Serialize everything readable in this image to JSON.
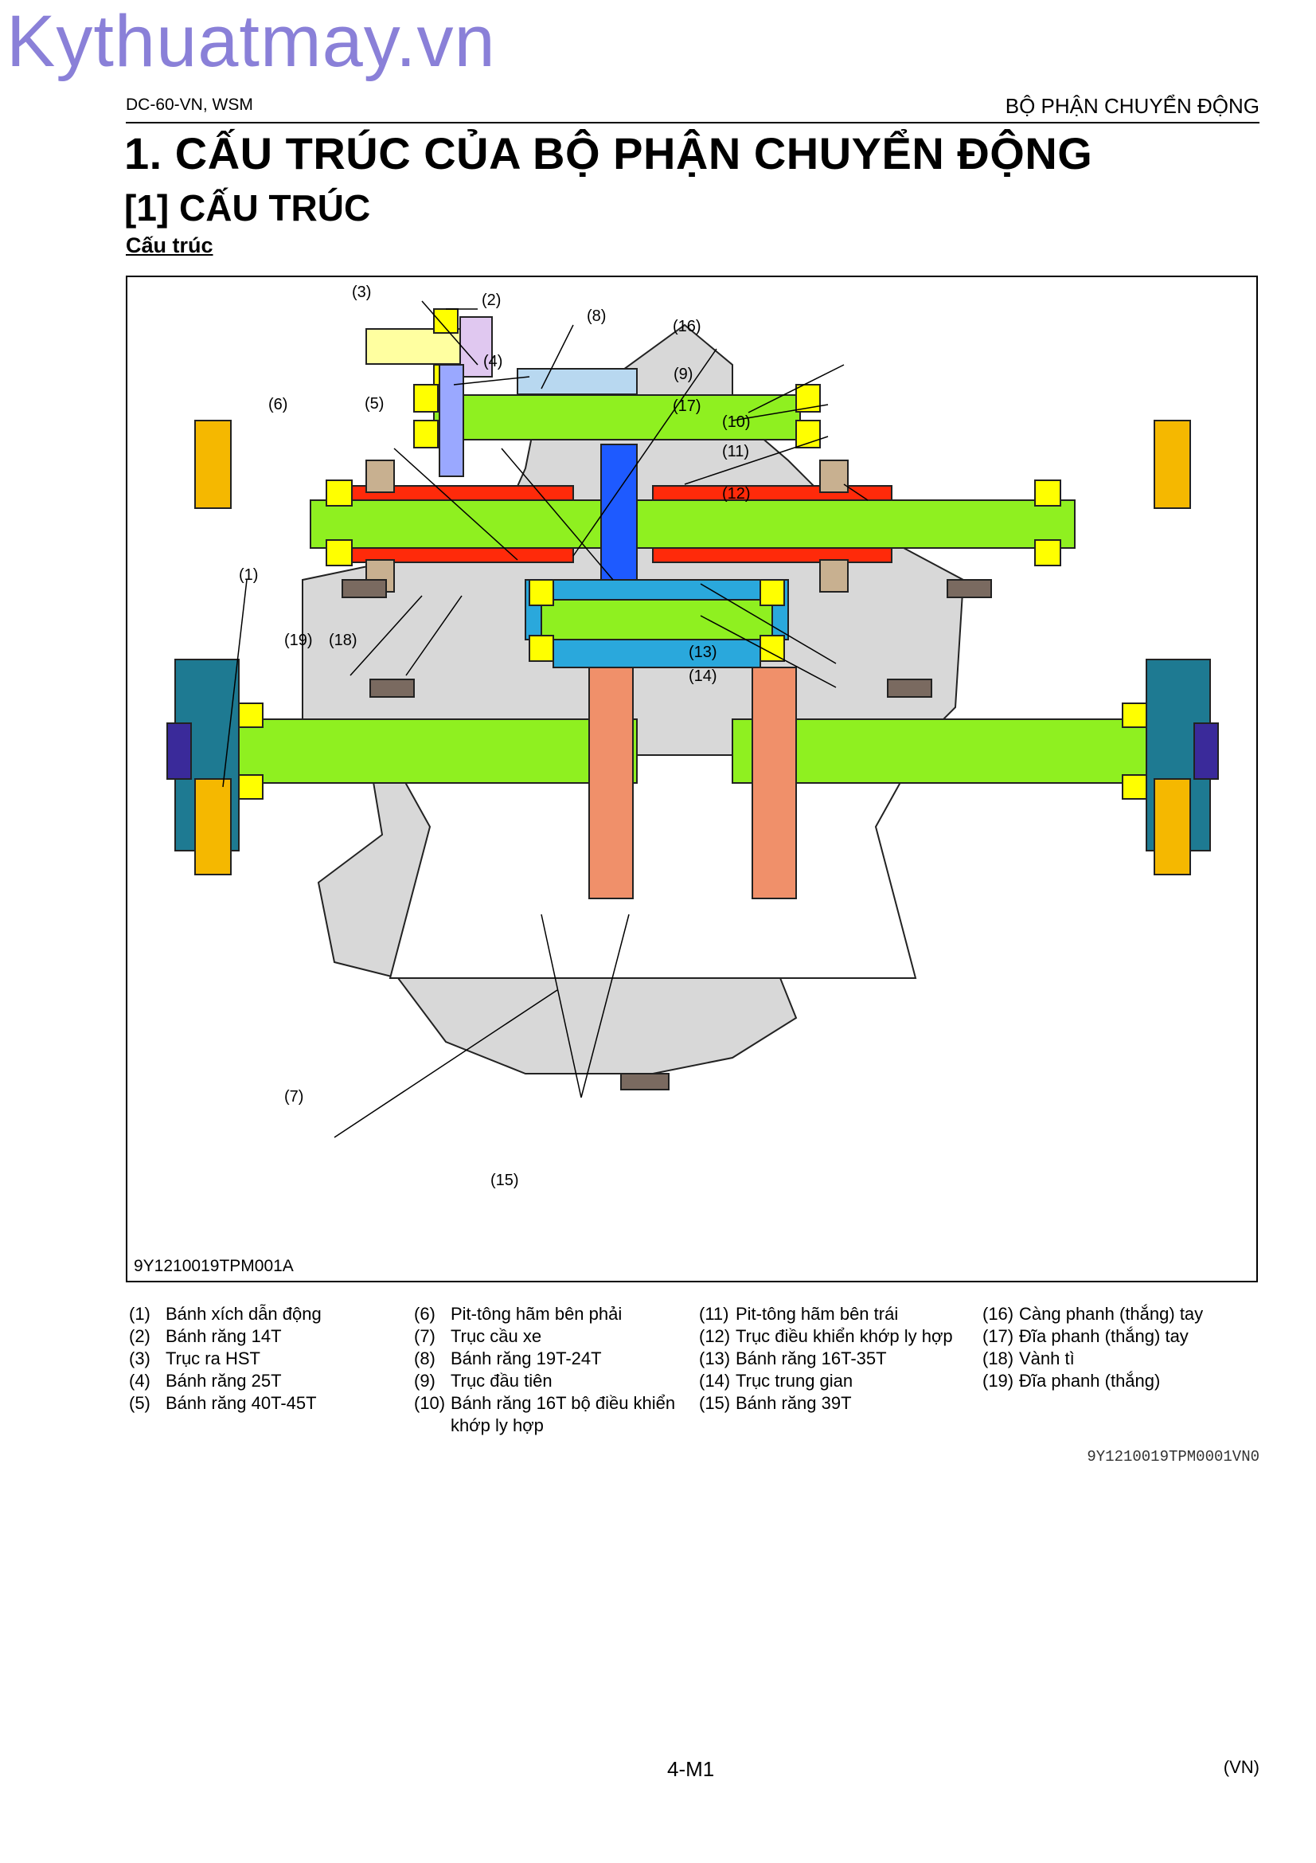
{
  "watermark": "Kythuatmay.vn",
  "header": {
    "left": "DC-60-VN, WSM",
    "right": "BỘ PHẬN CHUYỂN ĐỘNG"
  },
  "section_title": "1.   CẤU TRÚC CỦA BỘ PHẬN CHUYỂN ĐỘNG",
  "subsection_title": "[1]   CẤU TRÚC",
  "figure_heading": "Cấu trúc",
  "figure": {
    "code": "9Y1210019TPM001A",
    "callouts": [
      "(1)",
      "(2)",
      "(3)",
      "(4)",
      "(5)",
      "(6)",
      "(7)",
      "(8)",
      "(9)",
      "(10)",
      "(11)",
      "(12)",
      "(13)",
      "(14)",
      "(15)",
      "(16)",
      "(17)",
      "(18)",
      "(19)"
    ],
    "colors": {
      "shaft": "#8ff020",
      "bearing": "#ffff00",
      "sprocket": "#f5b800",
      "clutch": "#ff2a0a",
      "gear_blue": "#1e5aff",
      "gear_cyan": "#2aa8dc",
      "gear_orange": "#f0906a",
      "housing": "#d8d8d8",
      "hub": "#1e7a92",
      "cap": "#3a2a9a",
      "bolt": "#7a6a60"
    }
  },
  "legend": [
    {
      "num": "(1)",
      "label": "Bánh xích dẫn động"
    },
    {
      "num": "(2)",
      "label": "Bánh răng 14T"
    },
    {
      "num": "(3)",
      "label": "Trục ra HST"
    },
    {
      "num": "(4)",
      "label": "Bánh răng 25T"
    },
    {
      "num": "(5)",
      "label": "Bánh răng 40T-45T"
    },
    {
      "num": "(6)",
      "label": "Pit-tông hãm bên phải"
    },
    {
      "num": "(7)",
      "label": "Trục cầu xe"
    },
    {
      "num": "(8)",
      "label": "Bánh răng 19T-24T"
    },
    {
      "num": "(9)",
      "label": "Trục đầu tiên"
    },
    {
      "num": "(10)",
      "label": "Bánh răng 16T bộ điều khiển"
    },
    {
      "num": "",
      "label": "khớp ly hợp"
    },
    {
      "num": "(11)",
      "label": "Pit-tông hãm bên trái"
    },
    {
      "num": "(12)",
      "label": "Trục điều khiển khớp ly hợp"
    },
    {
      "num": "(13)",
      "label": "Bánh răng 16T-35T"
    },
    {
      "num": "(14)",
      "label": "Trục trung gian"
    },
    {
      "num": "(15)",
      "label": "Bánh răng 39T"
    },
    {
      "num": "(16)",
      "label": "Càng phanh (thắng) tay"
    },
    {
      "num": "(17)",
      "label": "Đĩa phanh (thắng) tay"
    },
    {
      "num": "(18)",
      "label": "Vành tì"
    },
    {
      "num": "(19)",
      "label": "Đĩa phanh (thắng)"
    }
  ],
  "doc_code": "9Y1210019TPM0001VN0",
  "page_number": "4-M1",
  "page_lang": "(VN)"
}
